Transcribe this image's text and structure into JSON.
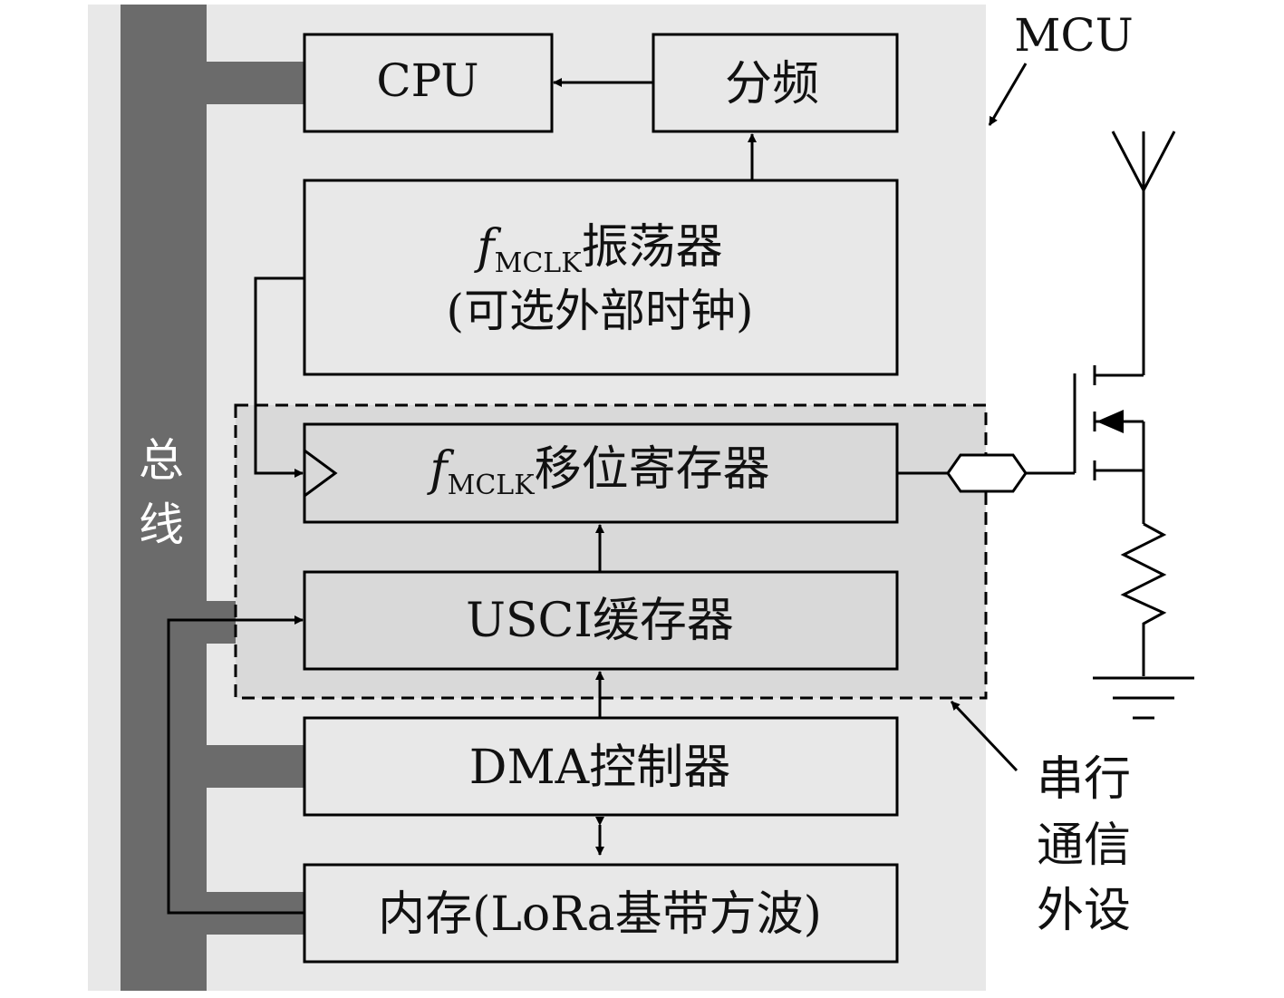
{
  "mcu_label": "MCU",
  "bus_label": [
    "总",
    "线"
  ],
  "blocks": {
    "cpu": "CPU",
    "divider": "分频",
    "oscillator": {
      "f": "f",
      "sub": "MCLK",
      "name": "振荡器",
      "note": "(可选外部时钟)"
    },
    "shift_register": {
      "f": "f",
      "sub": "MCLK",
      "name": "移位寄存器"
    },
    "usci_buffer": "USCI缓存器",
    "dma": "DMA控制器",
    "memory": "内存(LoRa基带方波)"
  },
  "serial_peripheral_label": [
    "串行",
    "通信",
    "外设"
  ]
}
